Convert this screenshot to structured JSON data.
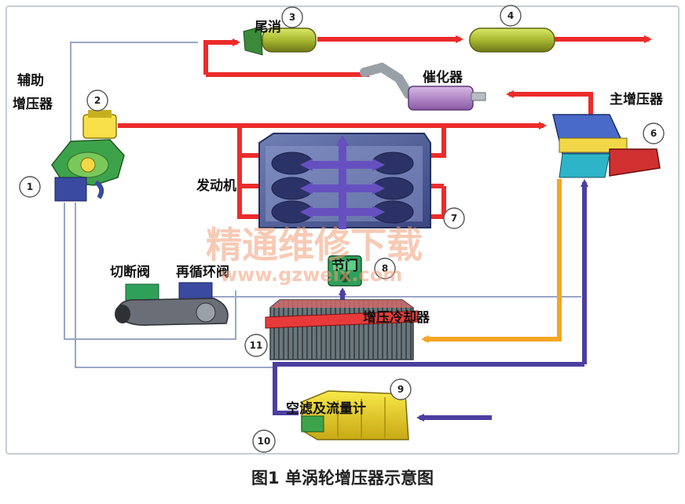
{
  "labels": {
    "aux_turbo_line1": "辅助",
    "aux_turbo_line2": "增压器",
    "tail_muffler": "尾消",
    "catalyst": "催化器",
    "main_turbo": "主增压器",
    "engine": "发动机",
    "cutoff_valve": "切断阀",
    "recirc_valve": "再循环阀",
    "throttle": "节门",
    "intercooler": "增压冷却器",
    "air_filter": "空滤及流量计"
  },
  "numbers": [
    "1",
    "2",
    "3",
    "4",
    "6",
    "7",
    "8",
    "9",
    "10",
    "11"
  ],
  "watermark": {
    "line1": "精通维修下载",
    "line2": "www.gzweix.com"
  },
  "caption": "图1 单涡轮增压器示意图",
  "colors": {
    "exhaust": "#ec2b2b",
    "intake_pressurized": "#f5a623",
    "intake_fresh": "#4b3fa0",
    "thin_line": "#9aa6c6",
    "frame": "#c8ccd6"
  }
}
